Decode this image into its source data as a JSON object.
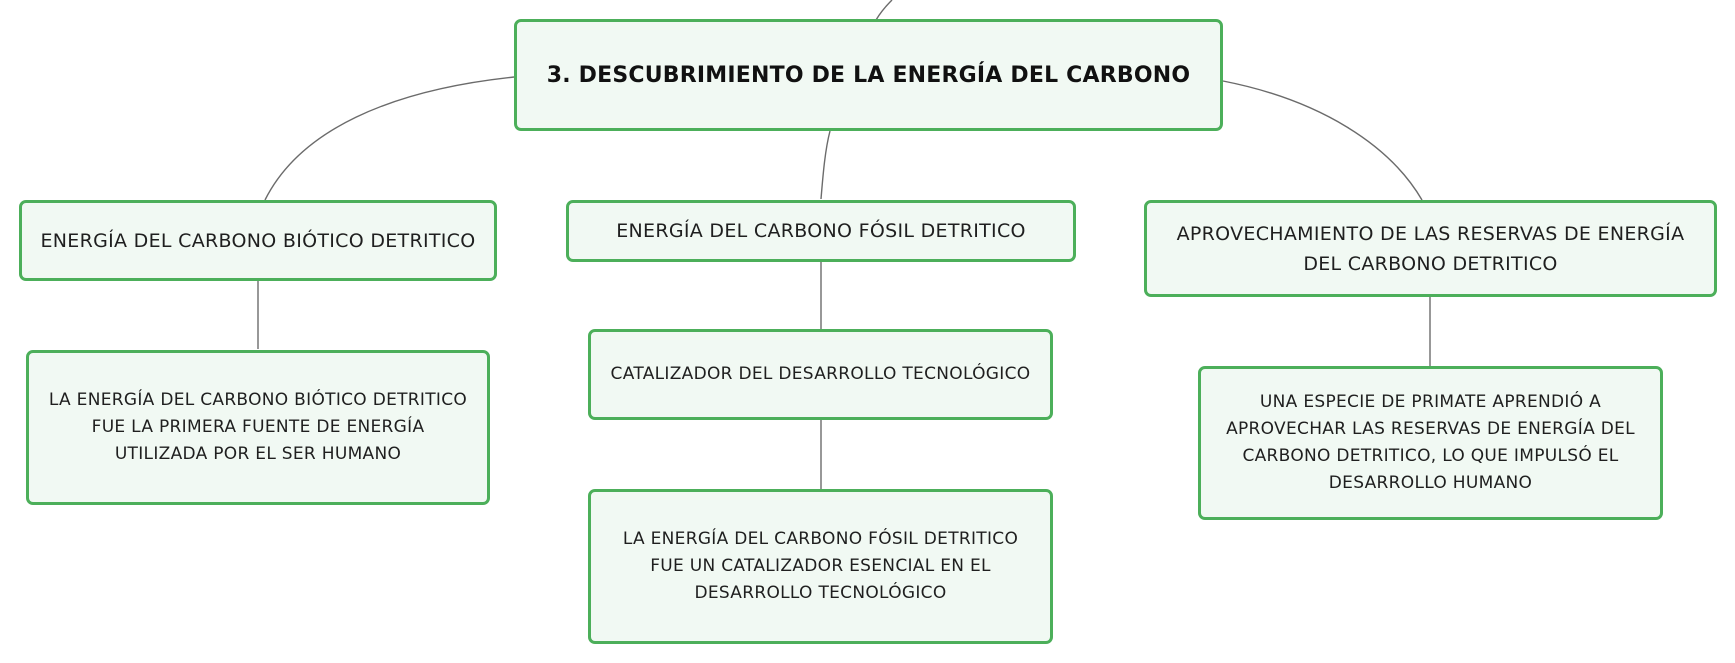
{
  "root": {
    "label": "3. DESCUBRIMIENTO DE LA ENERGÍA DEL CARBONO"
  },
  "branches": [
    {
      "label": "ENERGÍA DEL CARBONO BIÓTICO DETRITICO",
      "children": [
        {
          "label": "LA ENERGÍA DEL CARBONO BIÓTICO DETRITICO FUE LA PRIMERA FUENTE DE ENERGÍA UTILIZADA POR EL SER HUMANO"
        }
      ]
    },
    {
      "label": "ENERGÍA DEL CARBONO FÓSIL DETRITICO",
      "children": [
        {
          "label": "CATALIZADOR DEL DESARROLLO TECNOLÓGICO",
          "children": [
            {
              "label": "LA ENERGÍA DEL CARBONO FÓSIL DETRITICO FUE UN CATALIZADOR ESENCIAL EN EL DESARROLLO TECNOLÓGICO"
            }
          ]
        }
      ]
    },
    {
      "label": "APROVECHAMIENTO DE LAS RESERVAS DE ENERGÍA DEL CARBONO DETRITICO",
      "children": [
        {
          "label": "UNA ESPECIE DE PRIMATE APRENDIÓ A APROVECHAR LAS RESERVAS DE ENERGÍA DEL CARBONO DETRITICO, LO QUE IMPULSÓ EL DESARROLLO HUMANO"
        }
      ]
    }
  ],
  "colors": {
    "node_border": "#4caf5a",
    "node_fill": "#f1f9f3",
    "connector": "#6b6b6b"
  }
}
